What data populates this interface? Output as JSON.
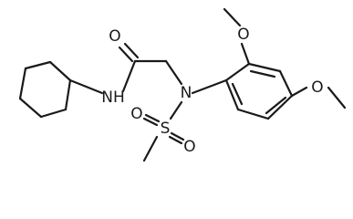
{
  "structure": {
    "atoms": {
      "amide_oxygen": "O",
      "amide_nitrogen": "NH",
      "sulfonamide_nitrogen": "N",
      "sulfur": "S",
      "sulfonyl_oxygen_left": "O",
      "sulfonyl_oxygen_right": "O",
      "methoxy_oxygen_ortho": "O",
      "methoxy_oxygen_para": "O"
    }
  }
}
